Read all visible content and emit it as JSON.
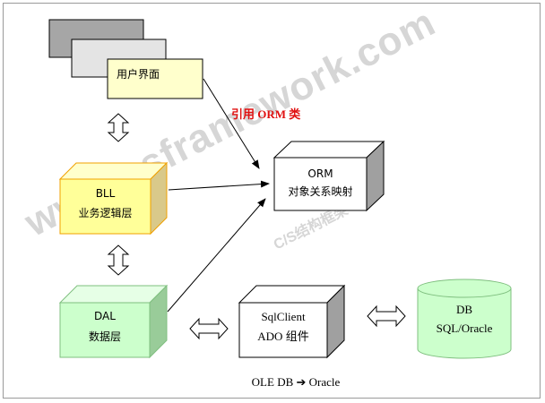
{
  "ui_layer": {
    "label": "用户界面"
  },
  "orm_ref_label": "引用 ORM 类",
  "orm": {
    "line1": "ORM",
    "line2": "对象关系映射"
  },
  "bll": {
    "line1": "BLL",
    "line2": "业务逻辑层"
  },
  "dal": {
    "line1": "DAL",
    "line2": "数据层"
  },
  "sqlclient": {
    "line1": "SqlClient",
    "line2": "ADO 组件"
  },
  "db": {
    "line1": "DB",
    "line2": "SQL/Oracle"
  },
  "ole_db": {
    "left": "OLE DB",
    "arrow": "➔",
    "right": "Oracle"
  },
  "watermark": {
    "main": "www.csframework.com",
    "sub": "C/S结构框架"
  },
  "colors": {
    "bll_fill": "#ffff99",
    "dal_fill": "#ccffcc",
    "db_fill": "#ccffcc",
    "ui_fill": "#ffffcc",
    "label_red": "#e01010"
  }
}
